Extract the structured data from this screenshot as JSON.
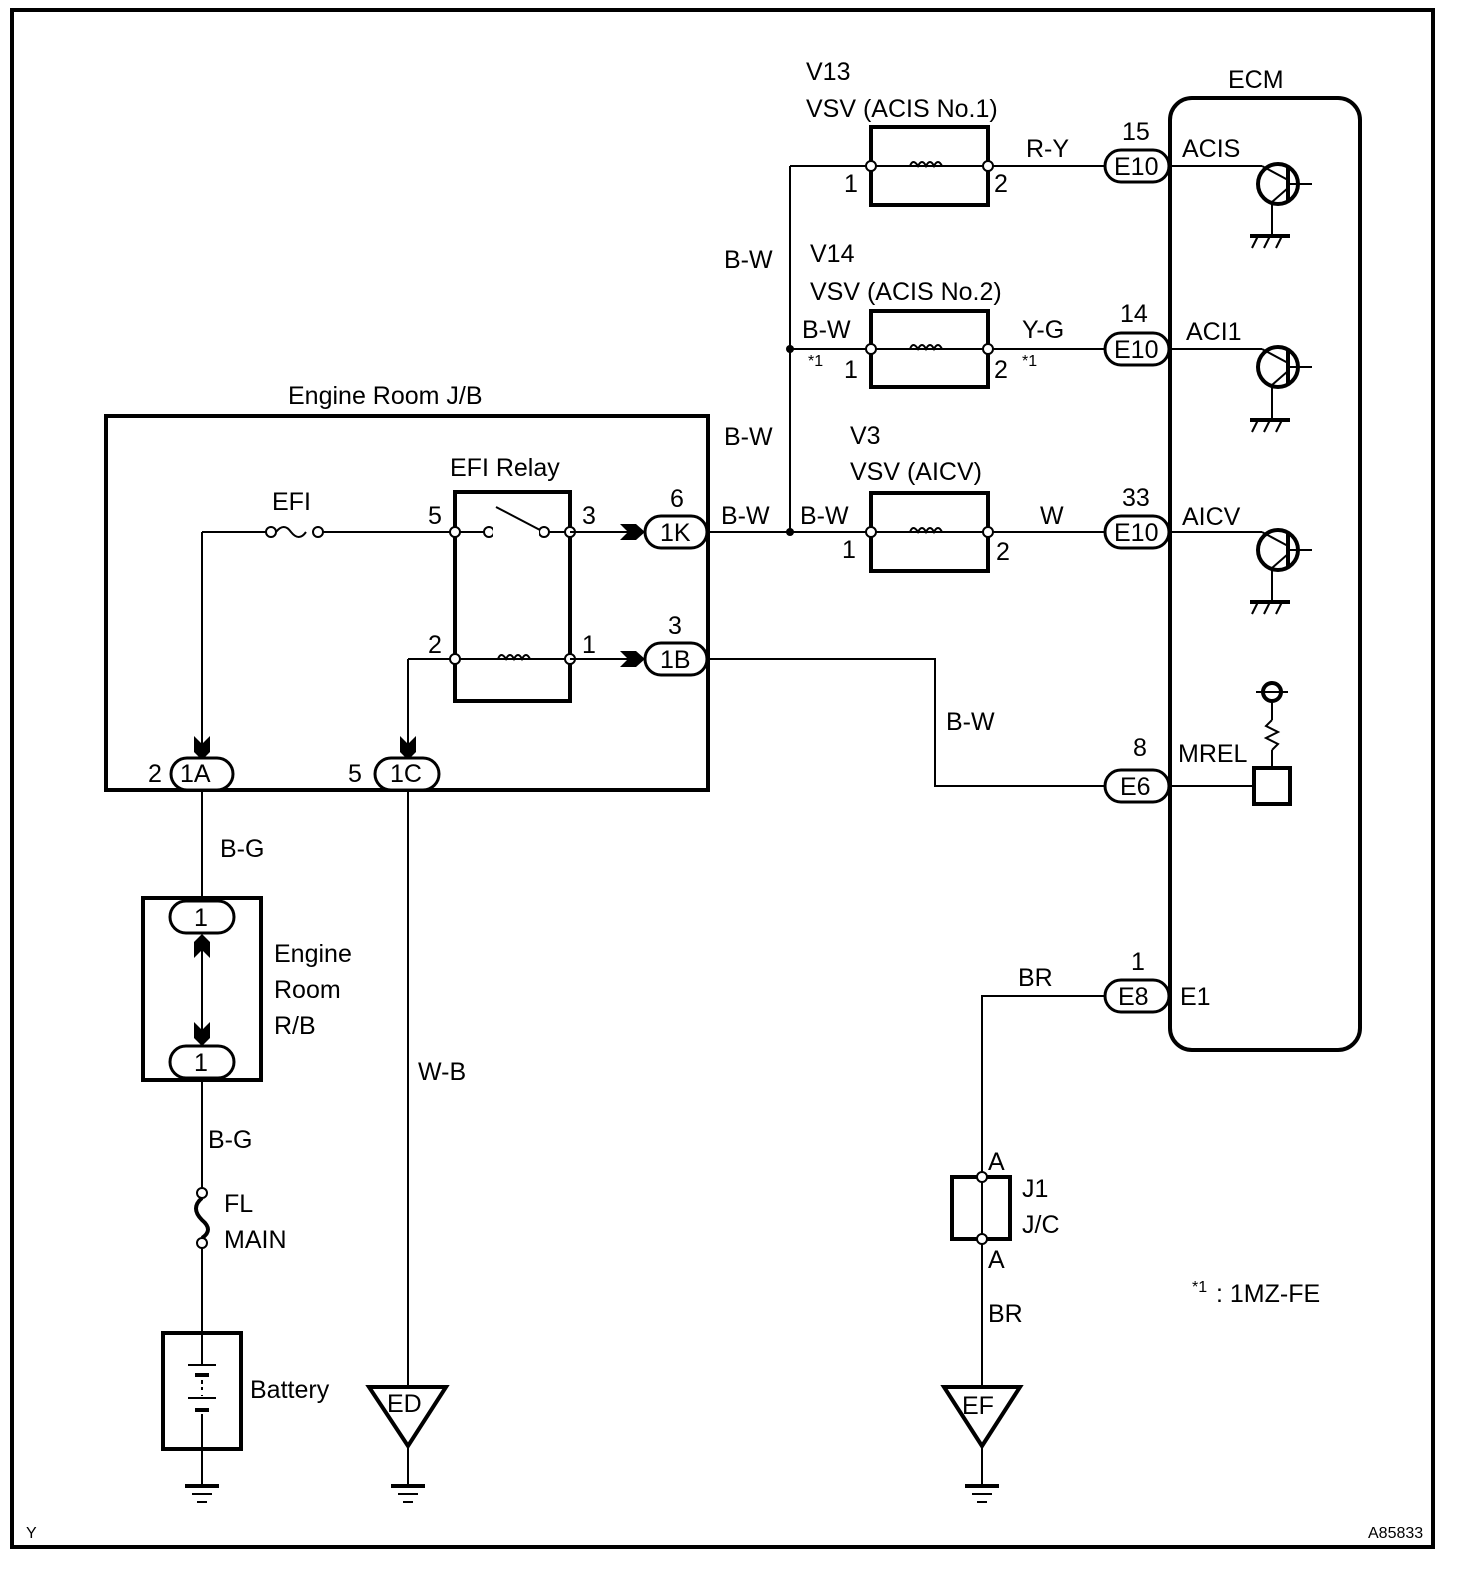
{
  "diagram": {
    "figure_id": "A85833",
    "corner_mark": "Y",
    "footnote": {
      "mark": "*1",
      "text": ": 1MZ-FE"
    },
    "ecm": {
      "title": "ECM",
      "terminals": [
        {
          "pin": "15",
          "connector": "E10",
          "signal": "ACIS"
        },
        {
          "pin": "14",
          "connector": "E10",
          "signal": "ACI1"
        },
        {
          "pin": "33",
          "connector": "E10",
          "signal": "AICV"
        },
        {
          "pin": "8",
          "connector": "E6",
          "signal": "MREL"
        },
        {
          "pin": "1",
          "connector": "E8",
          "signal": "E1"
        }
      ]
    },
    "vsvs": [
      {
        "id": "V13",
        "name": "VSV (ACIS No.1)",
        "pin_in": "1",
        "pin_out": "2",
        "wire_in": "",
        "wire_out": "R-Y"
      },
      {
        "id": "V14",
        "name": "VSV (ACIS No.2)",
        "pin_in": "1",
        "pin_out": "2",
        "wire_in": "B-W",
        "wire_out": "Y-G",
        "note_in": "*1",
        "note_out": "*1"
      },
      {
        "id": "V3",
        "name": "VSV (AICV)",
        "pin_in": "1",
        "pin_out": "2",
        "wire_in": "B-W",
        "wire_out": "W"
      }
    ],
    "bus_wires": {
      "upper": "B-W",
      "middle": "B-W",
      "junction": "B-W",
      "mrel": "B-W"
    },
    "jb": {
      "title": "Engine Room J/B",
      "fuse": "EFI",
      "relay": {
        "title": "EFI Relay",
        "pins": {
          "p5": "5",
          "p3": "3",
          "p2": "2",
          "p1": "1"
        }
      },
      "connectors": {
        "k": {
          "pin": "6",
          "name": "1K"
        },
        "b": {
          "pin": "3",
          "name": "1B"
        },
        "a": {
          "pin": "2",
          "name": "1A"
        },
        "c": {
          "pin": "5",
          "name": "1C"
        }
      }
    },
    "rb": {
      "line1": "Engine",
      "line2": "Room",
      "line3": "R/B",
      "pin_top": "1",
      "pin_bottom": "1"
    },
    "wires": {
      "bg1": "B-G",
      "bg2": "B-G",
      "wb": "W-B",
      "br1": "BR",
      "br2": "BR"
    },
    "fusible": {
      "line1": "FL",
      "line2": "MAIN"
    },
    "battery": "Battery",
    "grounds": {
      "ed": "ED",
      "ef": "EF"
    },
    "jc": {
      "line1": "J1",
      "line2": "J/C",
      "pin_top": "A",
      "pin_bottom": "A"
    }
  }
}
